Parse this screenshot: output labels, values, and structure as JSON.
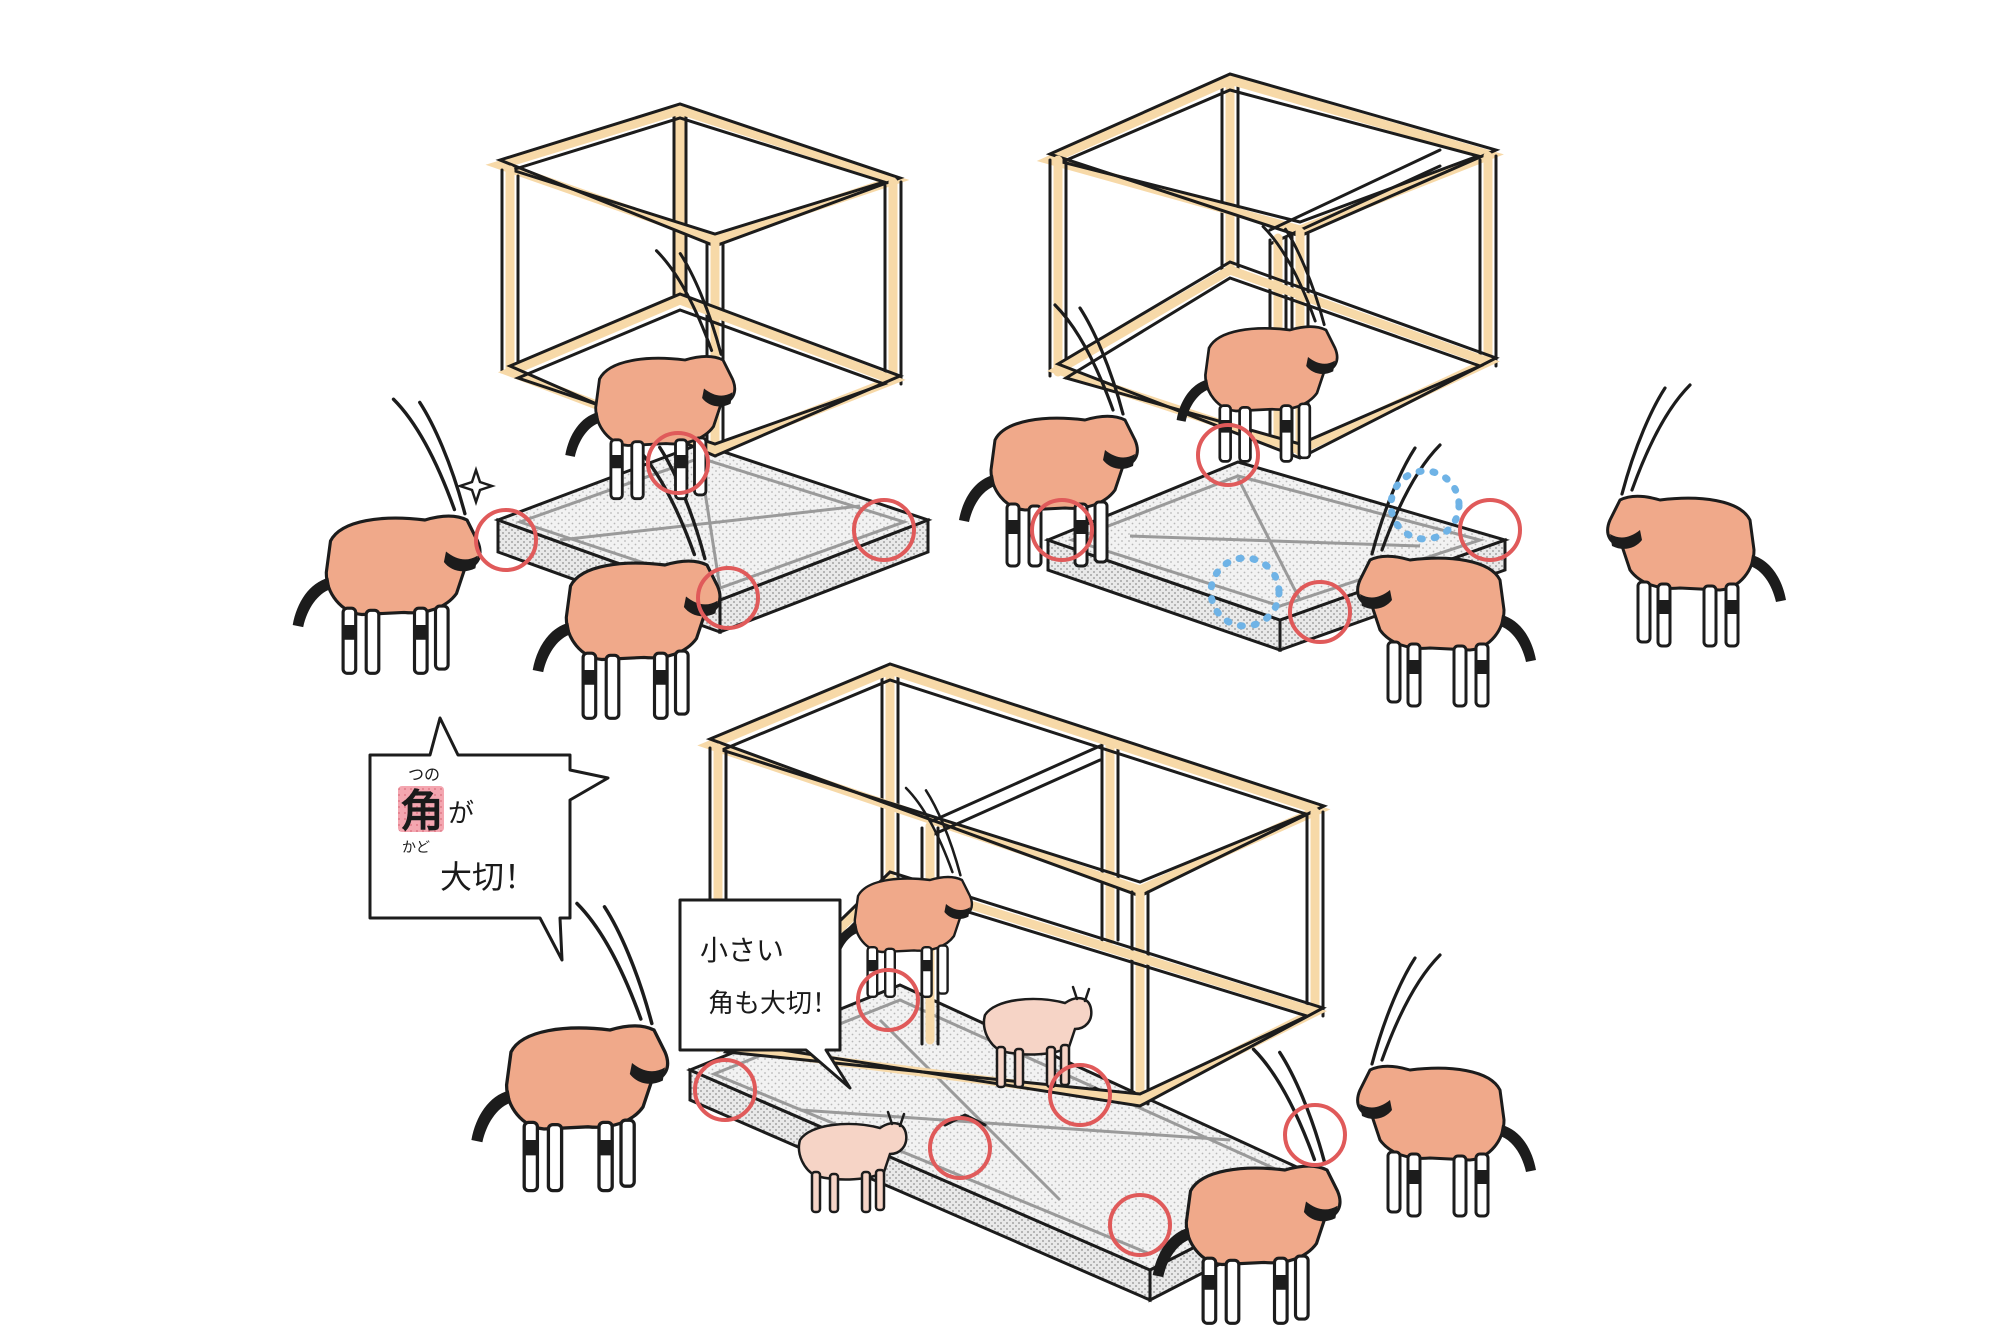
{
  "speech_bubble_main": {
    "ruby_top": "つの",
    "kanji": "角",
    "particle": "が",
    "ruby_bottom": "かど",
    "line2": "大切！"
  },
  "speech_bubble_small": {
    "line1": "小さい",
    "line2": "角も大切！"
  },
  "colors": {
    "frame": "#f7d9a8",
    "oryx": "#f0a98a",
    "kid": "#f6d4c6",
    "corner_mark": "#e05a5a",
    "gap_mark": "#6fb3e6",
    "kanji_highlight": "#f4a6b0"
  }
}
